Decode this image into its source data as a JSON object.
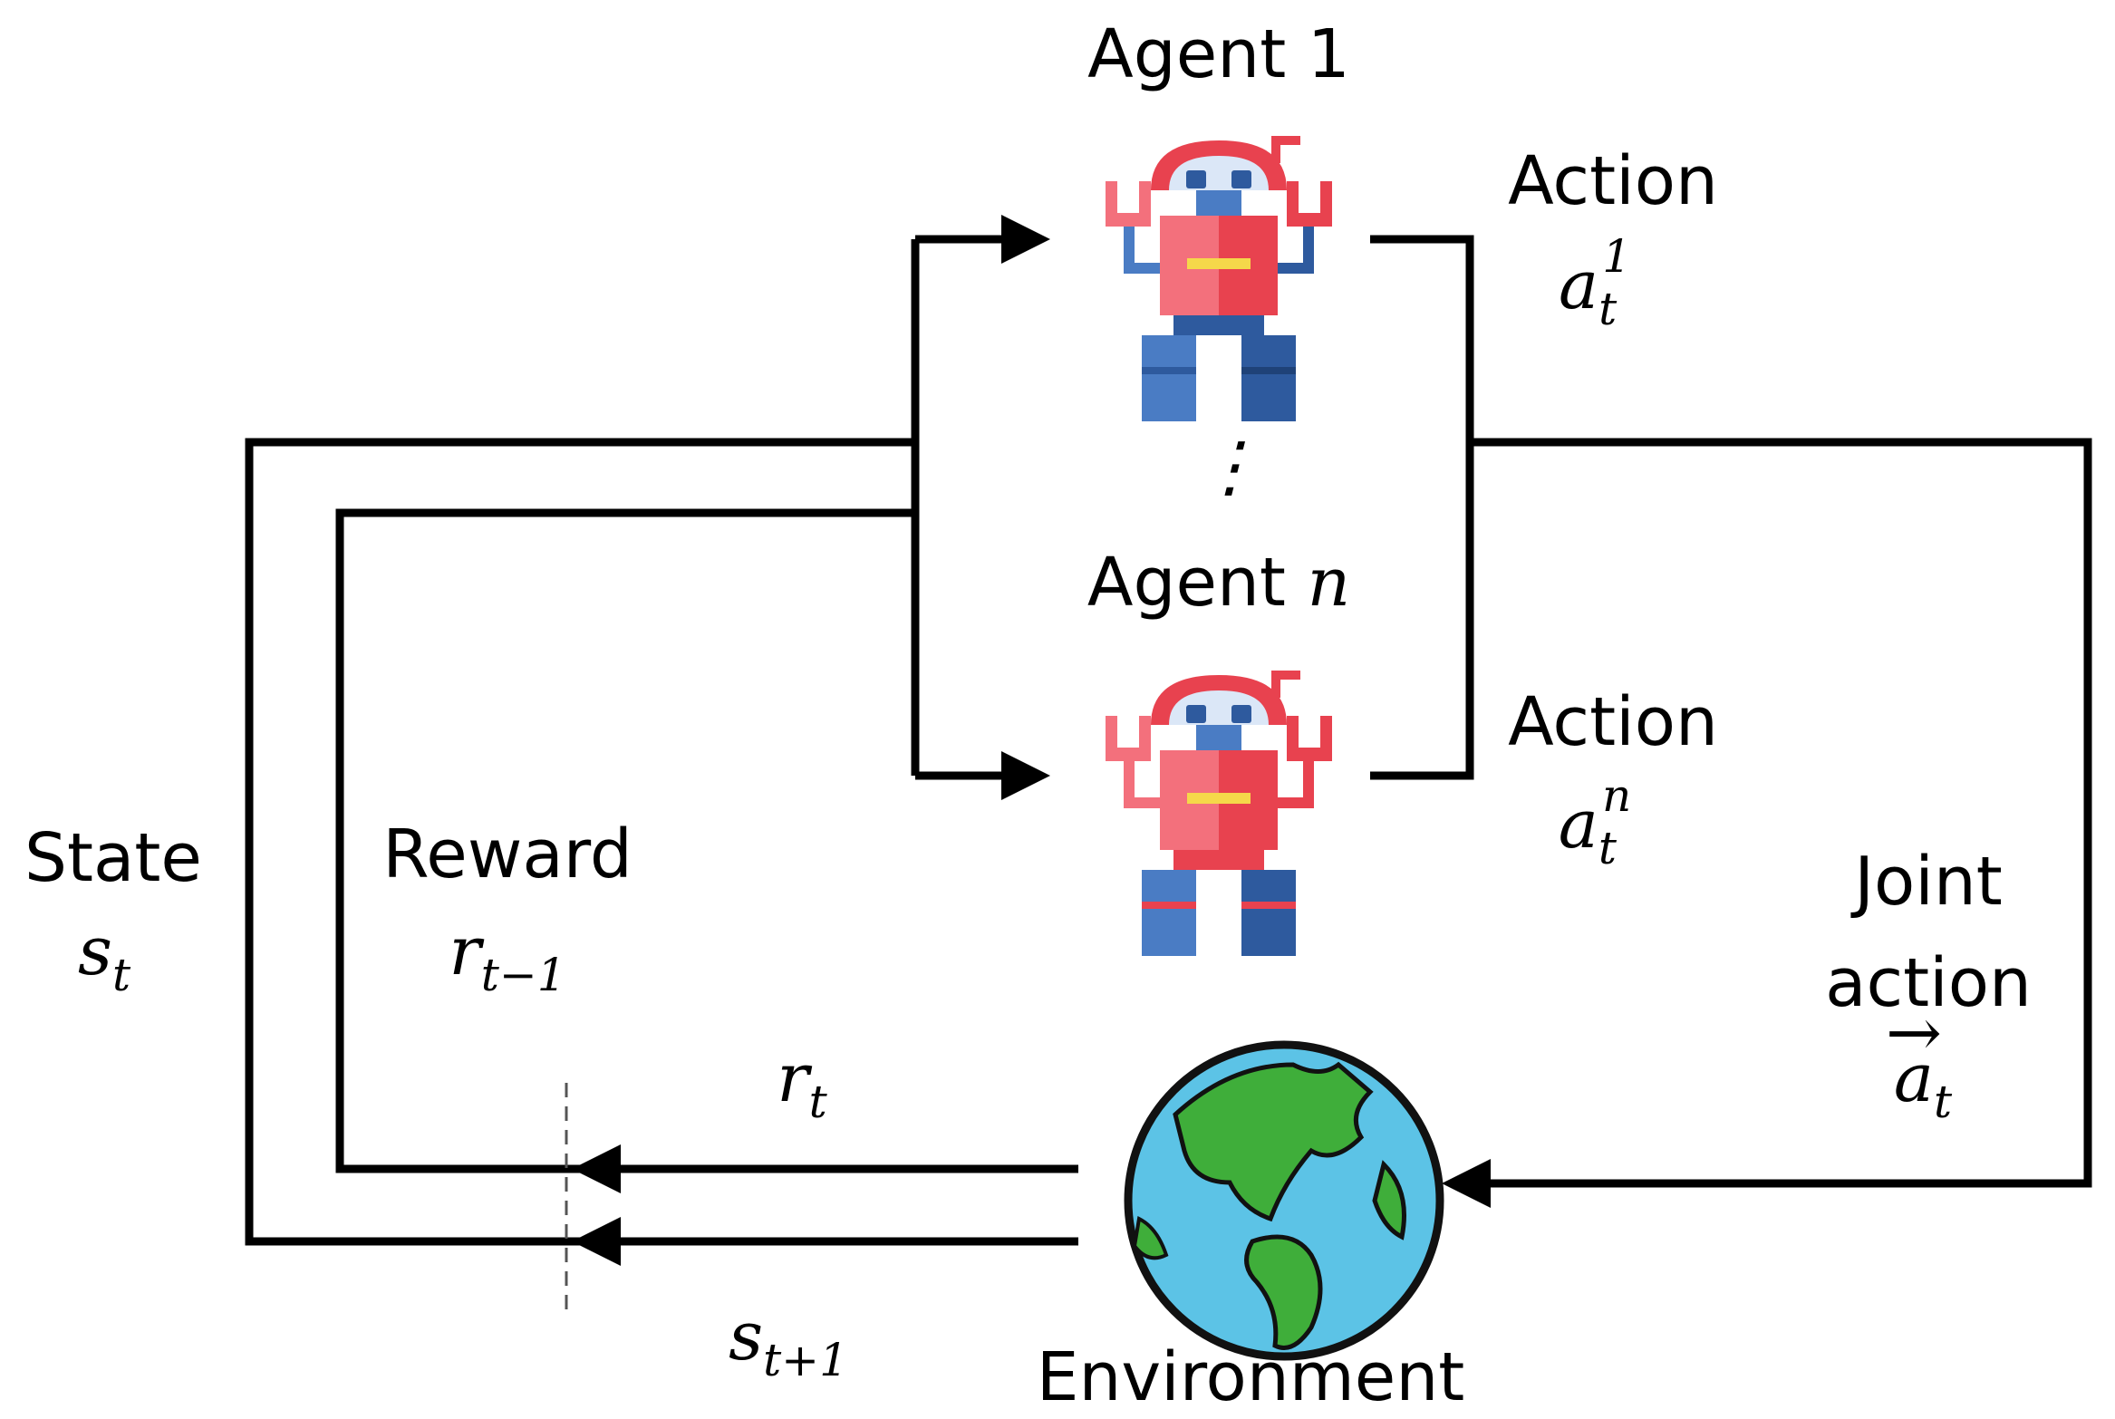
{
  "agents": [
    {
      "label": "Agent 1",
      "action_label": "Action",
      "action_symbol": "a",
      "action_subscript": "t",
      "action_superscript": "1"
    },
    {
      "label_prefix": "Agent ",
      "label_var": "n",
      "action_label": "Action",
      "action_symbol": "a",
      "action_subscript": "t",
      "action_superscript": "n"
    }
  ],
  "ellipsis": "⋮",
  "state": {
    "label": "State",
    "symbol": "s",
    "subscript": "t"
  },
  "reward": {
    "label": "Reward",
    "symbol": "r",
    "subscript": "t−1"
  },
  "reward_current": {
    "symbol": "r",
    "subscript": "t"
  },
  "next_state": {
    "symbol": "s",
    "subscript": "t+1"
  },
  "joint_action": {
    "line1": "Joint",
    "line2": "action",
    "symbol": "a",
    "subscript": "t",
    "accent": "→"
  },
  "environment": {
    "label": "Environment"
  },
  "icons": [
    "robot-icon",
    "robot-icon",
    "globe-icon"
  ],
  "colors": {
    "robot_red": "#e8424f",
    "robot_pink": "#f3707c",
    "robot_blue": "#2e5a9e",
    "robot_blue_light": "#4a7cc4",
    "robot_visor": "#dbe7f7",
    "robot_yellow": "#f5d84a",
    "globe_ocean": "#5cc3e6",
    "globe_land": "#3fae3a"
  }
}
